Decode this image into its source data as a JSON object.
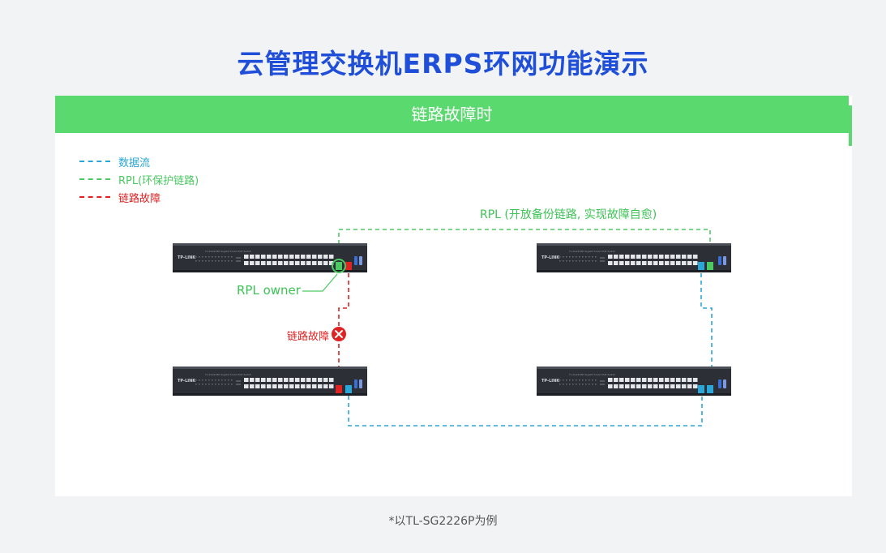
{
  "page": {
    "title": "云管理交换机ERPS环网功能演示"
  },
  "panel": {
    "header": "链路故障时"
  },
  "legend": [
    {
      "label": "数据流",
      "color": "#2aa7d8"
    },
    {
      "label": "RPL(环保护链路)",
      "color": "#4cc963"
    },
    {
      "label": "链路故障",
      "color": "#e02222"
    }
  ],
  "diagram": {
    "rpl_link_label": "RPL (开放备份链路, 实现故障自愈)",
    "rpl_owner_label": "RPL owner",
    "failure_label": "链路故障",
    "switch_brand": "TP-LINK",
    "colors": {
      "data": "#2aa7d8",
      "rpl": "#4cc963",
      "fault": "#e02222",
      "switch_body": "#2c3036"
    }
  },
  "footnote": "*以TL-SG2226P为例"
}
